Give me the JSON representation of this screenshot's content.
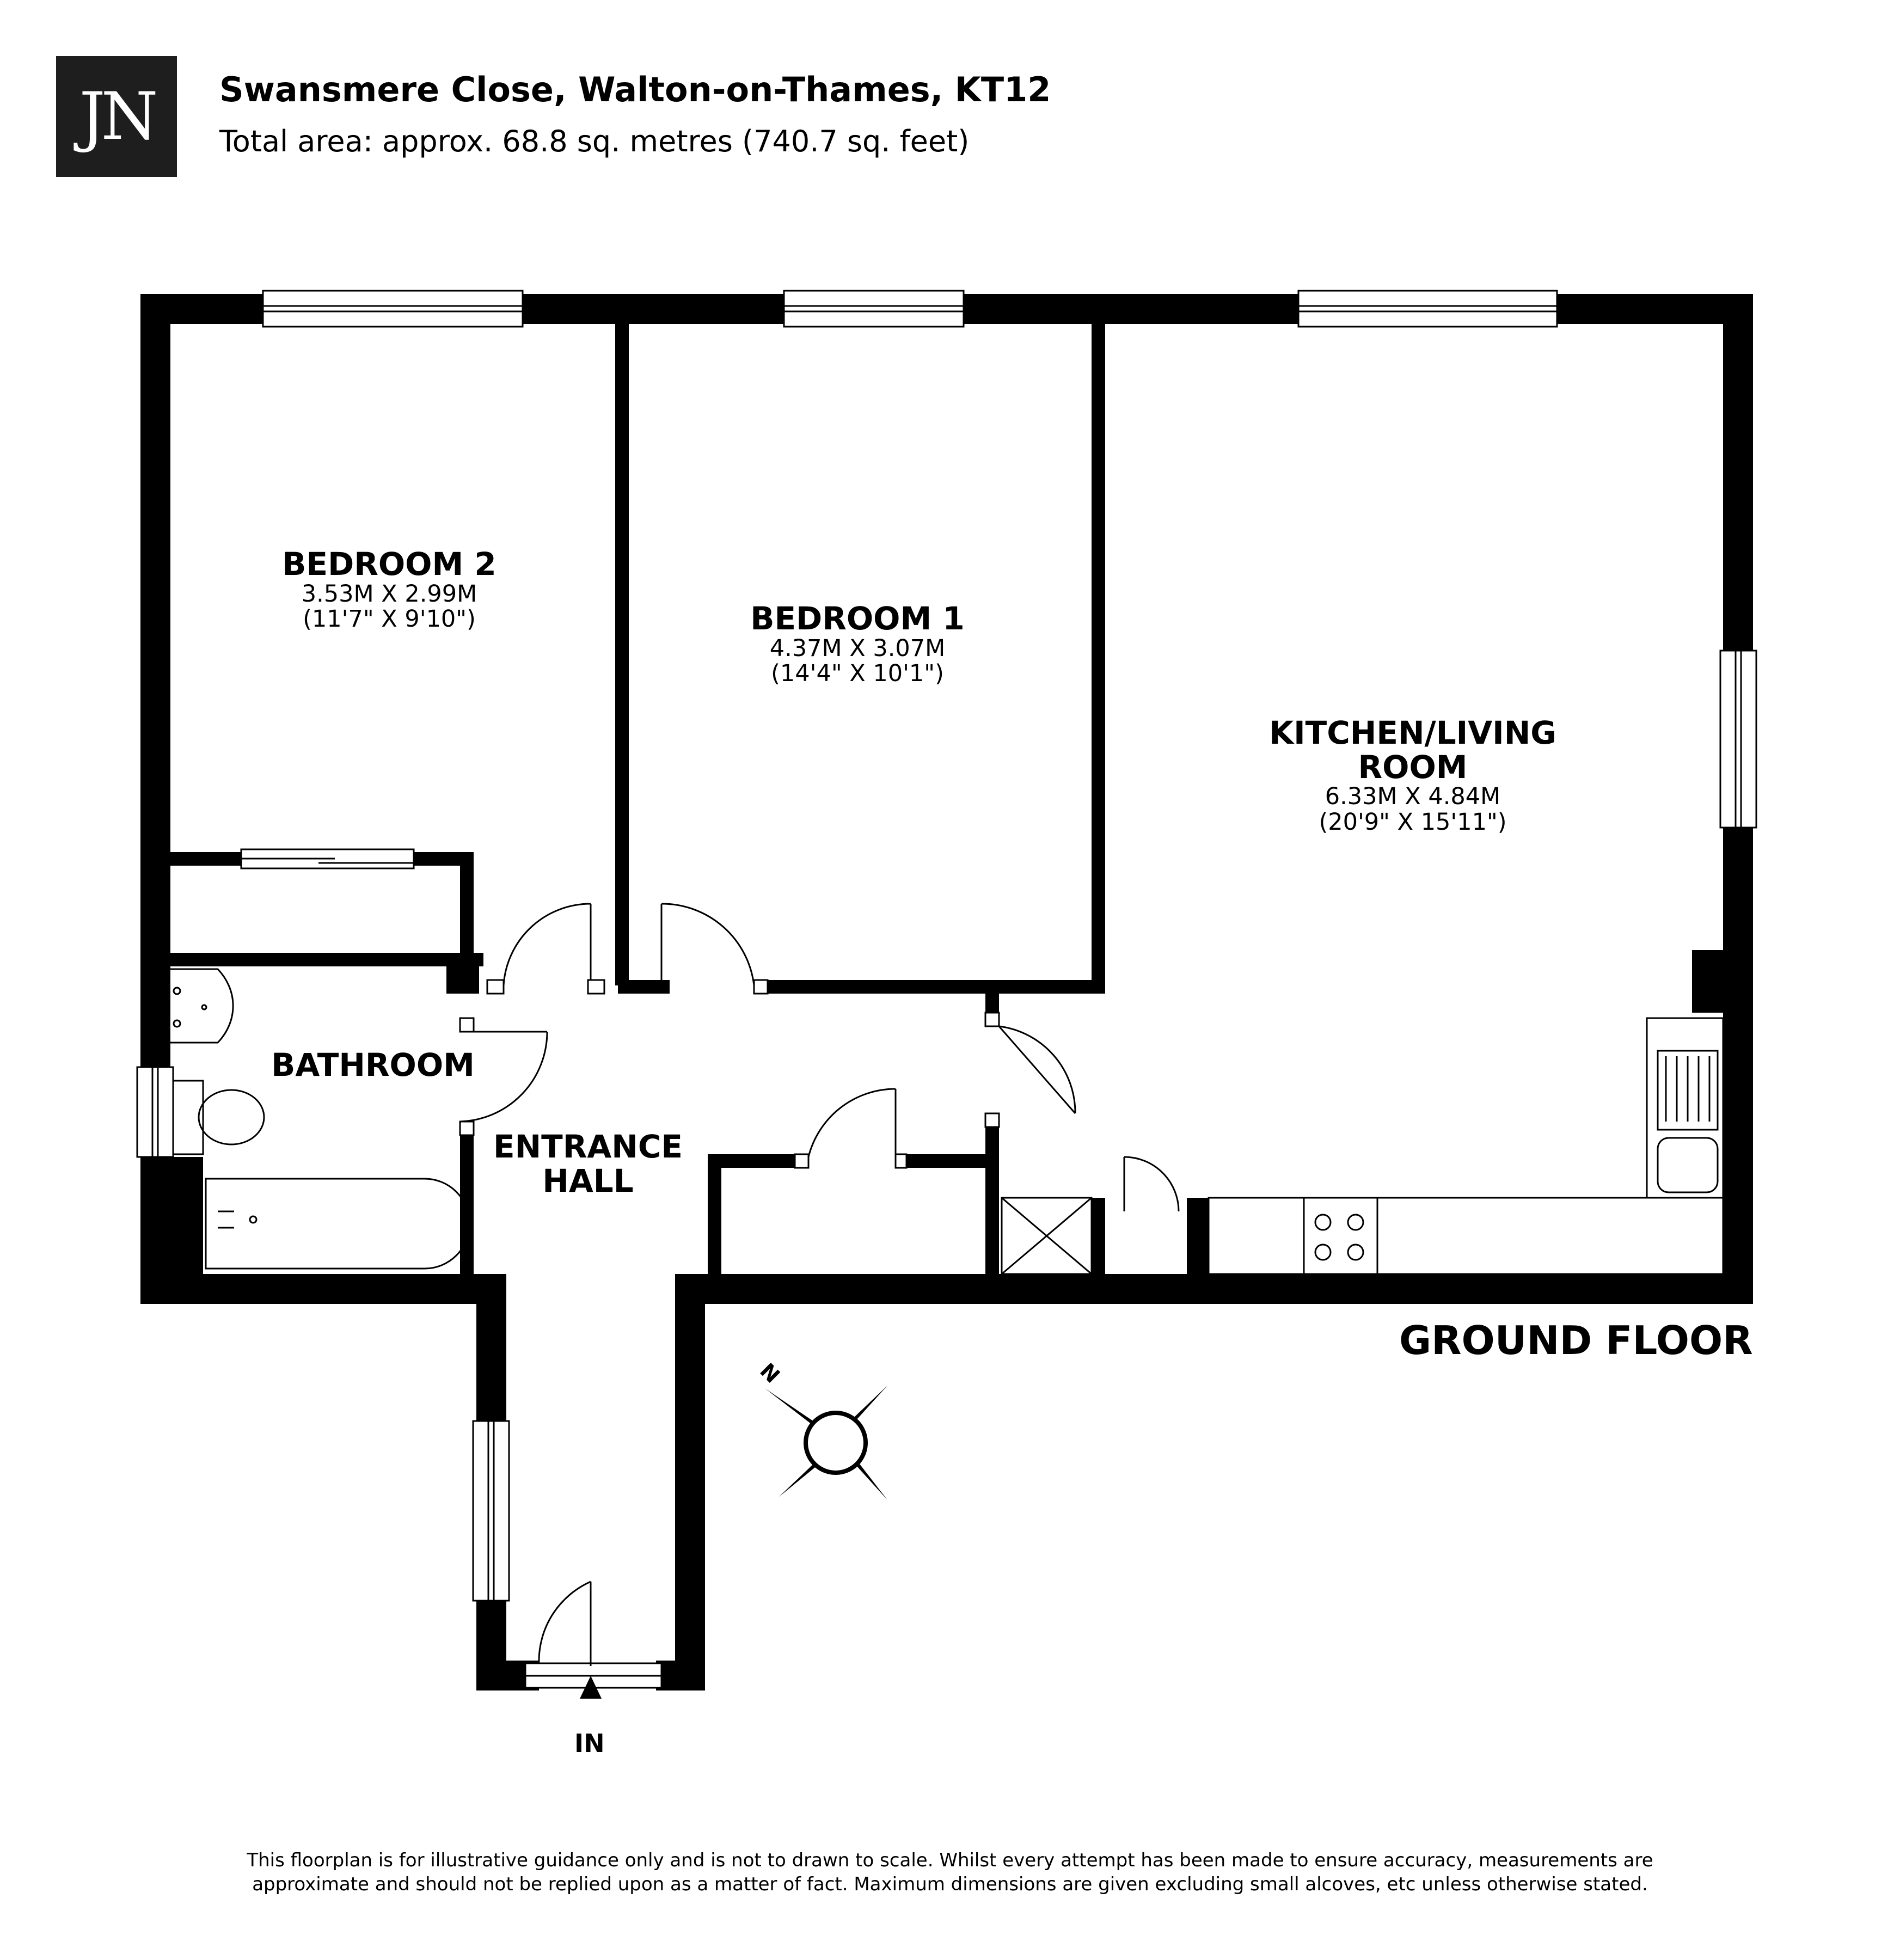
{
  "header": {
    "logo_text": "JN",
    "title": "Swansmere Close, Walton-on-Thames, KT12",
    "subtitle": "Total area: approx. 68.8 sq. metres (740.7 sq. feet)"
  },
  "rooms": {
    "bedroom2": {
      "name": "BEDROOM 2",
      "metric": "3.53M X 2.99M",
      "imperial": "(11'7\" X 9'10\")"
    },
    "bedroom1": {
      "name": "BEDROOM 1",
      "metric": "4.37M X 3.07M",
      "imperial": "(14'4\" X 10'1\")"
    },
    "kitchen": {
      "name_line1": "KITCHEN/LIVING",
      "name_line2": "ROOM",
      "metric": "6.33M X 4.84M",
      "imperial": "(20'9\" X 15'11\")"
    },
    "bathroom": {
      "name": "BATHROOM"
    },
    "hall": {
      "name_line1": "ENTRANCE",
      "name_line2": "HALL"
    }
  },
  "floor_label": "GROUND FLOOR",
  "entrance_label": "IN",
  "compass_label": "N",
  "disclaimer": {
    "line1": "This floorplan is for illustrative guidance only and is not to drawn to scale. Whilst every attempt has been made to ensure accuracy, measurements are",
    "line2": "approximate and should not be replied upon as a matter of fact. Maximum dimensions are given excluding small alcoves, etc unless otherwise stated."
  },
  "colors": {
    "wall": "#000000",
    "logo_bg": "#1e1e1e",
    "background": "#ffffff"
  }
}
